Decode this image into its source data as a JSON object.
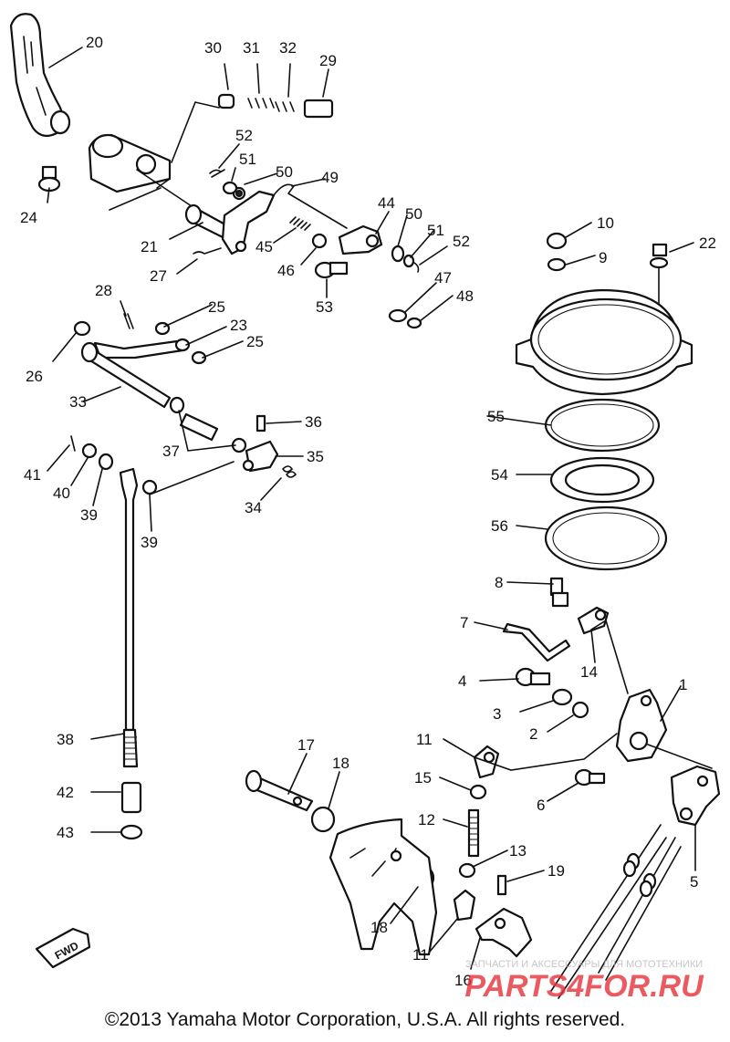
{
  "copyright": "©2013 Yamaha Motor Corporation, U.S.A. All rights reserved.",
  "fwd_badge": "FWD",
  "watermark": {
    "tagline": "ЗАПЧАСТИ И АКСЕССУАРЫ ДЛЯ МОТОТЕХНИКИ",
    "brand": "PARTS4FOR.RU",
    "brand_color": "#e8323a"
  },
  "callouts": [
    "1",
    "2",
    "3",
    "4",
    "5",
    "6",
    "7",
    "8",
    "9",
    "10",
    "11",
    "11",
    "12",
    "13",
    "14",
    "15",
    "16",
    "17",
    "18",
    "18",
    "19",
    "20",
    "21",
    "22",
    "23",
    "24",
    "25",
    "25",
    "26",
    "27",
    "28",
    "29",
    "30",
    "31",
    "32",
    "33",
    "34",
    "35",
    "36",
    "37",
    "38",
    "39",
    "39",
    "40",
    "41",
    "42",
    "43",
    "44",
    "45",
    "46",
    "47",
    "48",
    "49",
    "50",
    "50",
    "51",
    "51",
    "52",
    "52",
    "53",
    "54",
    "55",
    "56"
  ]
}
